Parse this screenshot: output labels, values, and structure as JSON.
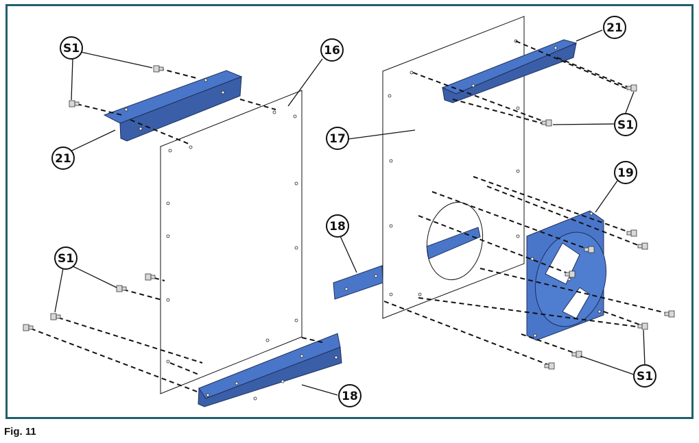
{
  "figure": {
    "caption": "Fig. 11",
    "callouts": {
      "s1_top_left": "S1",
      "s1_mid_left": "S1",
      "s1_top_right": "S1",
      "s1_bottom_right": "S1",
      "p16": "16",
      "p17": "17",
      "p18_bottom": "18",
      "p18_left": "18",
      "p19": "19",
      "p21_left": "21",
      "p21_right": "21"
    },
    "colors": {
      "frame": "#1f5f6b",
      "part_blue": "#4a76c9"
    }
  }
}
